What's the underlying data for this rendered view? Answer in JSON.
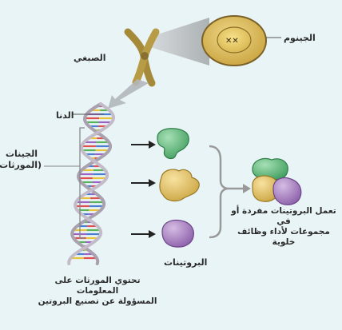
{
  "labels": {
    "genome": "الجينوم",
    "chromosome": "الصبغي",
    "dna": "الدنا",
    "genes_line1": "الجينات",
    "genes_line2": "(المورثات)",
    "proteins": "البروتينات",
    "function_line1": "تعمل البروتينات مفردة أو في",
    "function_line2": "مجموعات لأداء وظائف خلوية",
    "caption_line1": "تحتوي المورثات على المعلومات",
    "caption_line2": "المسؤولة عن تصنيع البروتين"
  },
  "colors": {
    "background": "#e9f4f7",
    "cell": "#e2c15a",
    "chromosome": "#a58a3a",
    "dna_backbone": "#b9b2bd",
    "protein_green": "#5dbb7b",
    "protein_yellow": "#e6c45e",
    "protein_purple": "#a57cc0",
    "arrow": "#222222",
    "bracket": "#999999"
  },
  "icons": {
    "cell": "cell-with-nucleus-icon",
    "chromosome": "chromosome-icon",
    "dna": "dna-double-helix-icon",
    "arrow": "right-arrow-icon"
  }
}
